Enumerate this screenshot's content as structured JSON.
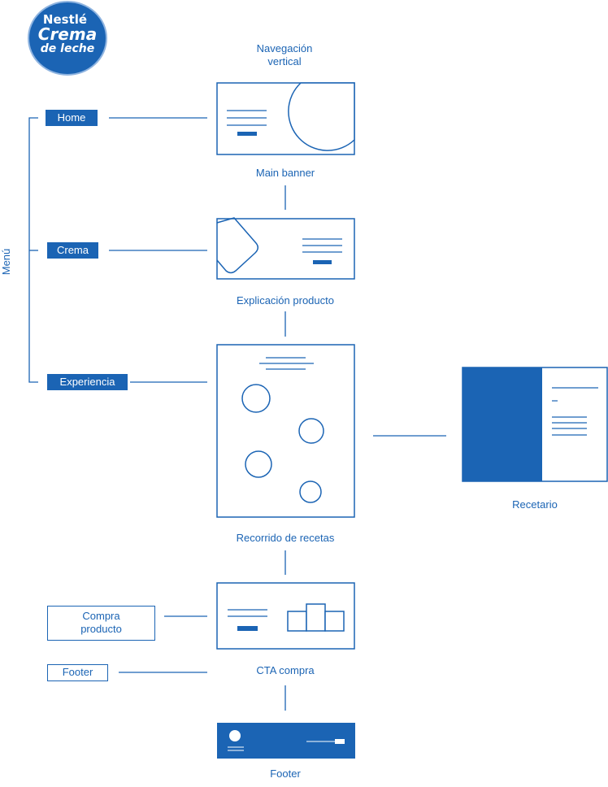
{
  "logo": {
    "line1": "Nestlé",
    "line2": "Crema",
    "line3": "de leche"
  },
  "header": {
    "title_line1": "Navegación",
    "title_line2": "vertical"
  },
  "menu": {
    "side_label": "Menú",
    "items": [
      {
        "label": "Home"
      },
      {
        "label": "Crema"
      },
      {
        "label": "Experiencia"
      }
    ]
  },
  "sections": {
    "main_banner": "Main banner",
    "explicacion": "Explicación producto",
    "recorrido": "Recorrido de recetas",
    "recetario": "Recetario",
    "cta": "CTA compra",
    "footer": "Footer"
  },
  "side_boxes": {
    "compra_line1": "Compra",
    "compra_line2": "producto",
    "footer": "Footer"
  },
  "colors": {
    "accent": "#1b64b4",
    "background": "#ffffff"
  }
}
